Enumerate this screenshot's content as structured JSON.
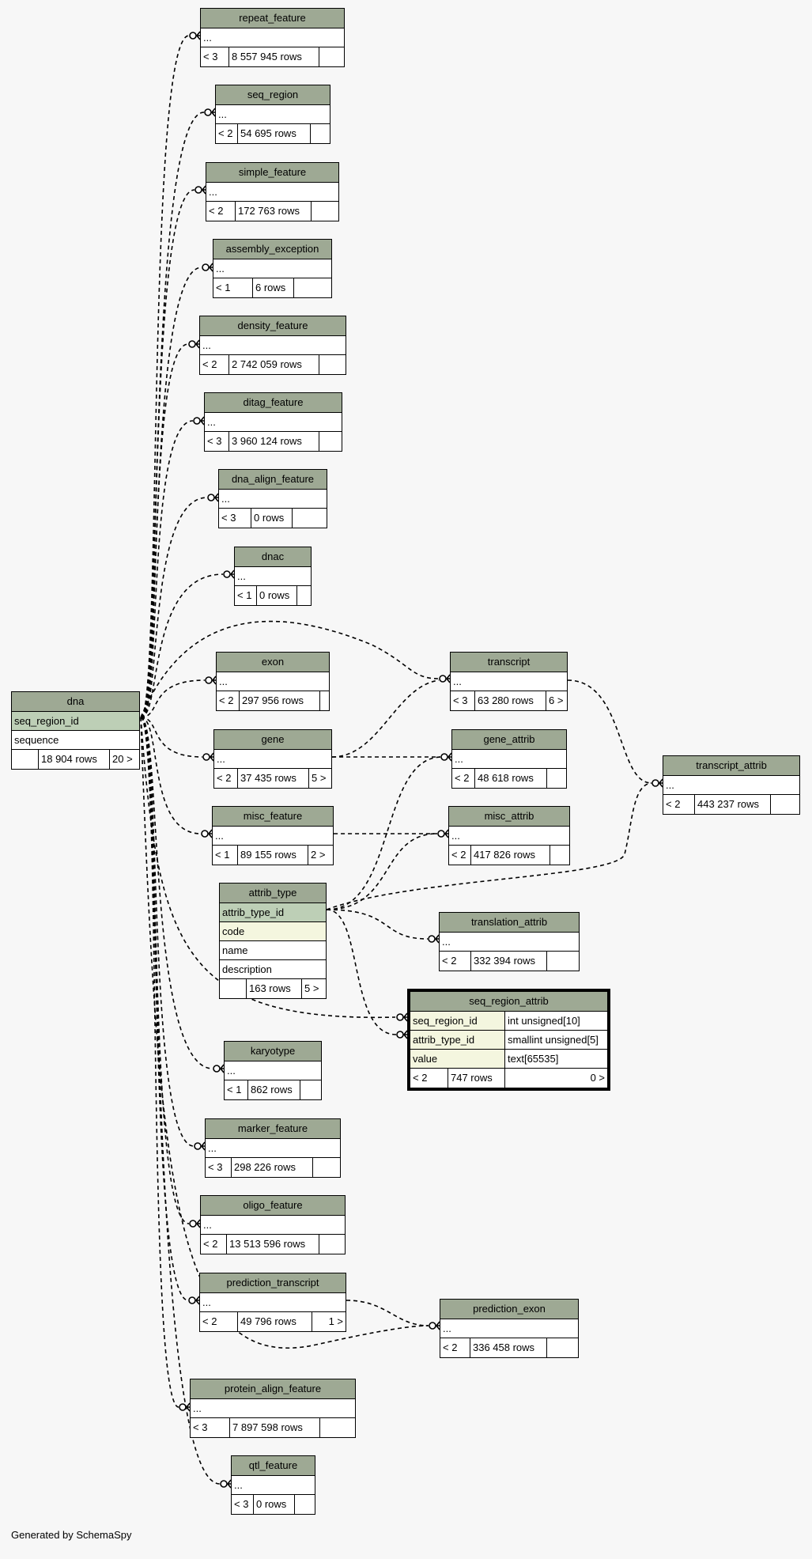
{
  "footer": {
    "generated_by": "Generated by SchemaSpy"
  },
  "tables": {
    "repeat_feature": {
      "name": "repeat_feature",
      "placeholder": "...",
      "parents": "< 3",
      "rows": "8 557 945 rows",
      "children": ""
    },
    "seq_region": {
      "name": "seq_region",
      "placeholder": "...",
      "parents": "< 2",
      "rows": "54 695 rows",
      "children": ""
    },
    "simple_feature": {
      "name": "simple_feature",
      "placeholder": "...",
      "parents": "< 2",
      "rows": "172 763 rows",
      "children": ""
    },
    "assembly_exception": {
      "name": "assembly_exception",
      "placeholder": "...",
      "parents": "< 1",
      "rows": "6 rows",
      "children": ""
    },
    "density_feature": {
      "name": "density_feature",
      "placeholder": "...",
      "parents": "< 2",
      "rows": "2 742 059 rows",
      "children": ""
    },
    "ditag_feature": {
      "name": "ditag_feature",
      "placeholder": "...",
      "parents": "< 3",
      "rows": "3 960 124 rows",
      "children": ""
    },
    "dna_align_feature": {
      "name": "dna_align_feature",
      "placeholder": "...",
      "parents": "< 3",
      "rows": "0 rows",
      "children": ""
    },
    "dnac": {
      "name": "dnac",
      "placeholder": "...",
      "parents": "< 1",
      "rows": "0 rows",
      "children": ""
    },
    "exon": {
      "name": "exon",
      "placeholder": "...",
      "parents": "< 2",
      "rows": "297 956 rows",
      "children": ""
    },
    "gene": {
      "name": "gene",
      "placeholder": "...",
      "parents": "< 2",
      "rows": "37 435 rows",
      "children": "5 >"
    },
    "misc_feature": {
      "name": "misc_feature",
      "placeholder": "...",
      "parents": "< 1",
      "rows": "89 155 rows",
      "children": "2 >"
    },
    "karyotype": {
      "name": "karyotype",
      "placeholder": "...",
      "parents": "< 1",
      "rows": "862 rows",
      "children": ""
    },
    "marker_feature": {
      "name": "marker_feature",
      "placeholder": "...",
      "parents": "< 3",
      "rows": "298 226 rows",
      "children": ""
    },
    "oligo_feature": {
      "name": "oligo_feature",
      "placeholder": "...",
      "parents": "< 2",
      "rows": "13 513 596 rows",
      "children": ""
    },
    "prediction_transcript": {
      "name": "prediction_transcript",
      "placeholder": "...",
      "parents": "< 2",
      "rows": "49 796 rows",
      "children": "1 >"
    },
    "protein_align_feature": {
      "name": "protein_align_feature",
      "placeholder": "...",
      "parents": "< 3",
      "rows": "7 897 598 rows",
      "children": ""
    },
    "qtl_feature": {
      "name": "qtl_feature",
      "placeholder": "...",
      "parents": "< 3",
      "rows": "0 rows",
      "children": ""
    },
    "transcript": {
      "name": "transcript",
      "placeholder": "...",
      "parents": "< 3",
      "rows": "63 280 rows",
      "children": "6 >"
    },
    "gene_attrib": {
      "name": "gene_attrib",
      "placeholder": "...",
      "parents": "< 2",
      "rows": "48 618 rows",
      "children": ""
    },
    "misc_attrib": {
      "name": "misc_attrib",
      "placeholder": "...",
      "parents": "< 2",
      "rows": "417 826 rows",
      "children": ""
    },
    "translation_attrib": {
      "name": "translation_attrib",
      "placeholder": "...",
      "parents": "< 2",
      "rows": "332 394 rows",
      "children": ""
    },
    "transcript_attrib": {
      "name": "transcript_attrib",
      "placeholder": "...",
      "parents": "< 2",
      "rows": "443 237 rows",
      "children": ""
    },
    "prediction_exon": {
      "name": "prediction_exon",
      "placeholder": "...",
      "parents": "< 2",
      "rows": "336 458 rows",
      "children": ""
    },
    "dna": {
      "name": "dna",
      "columns": [
        "seq_region_id",
        "sequence"
      ],
      "parents": "",
      "rows": "18 904 rows",
      "children": "20 >"
    },
    "attrib_type": {
      "name": "attrib_type",
      "columns": [
        "attrib_type_id",
        "code",
        "name",
        "description"
      ],
      "parents": "",
      "rows": "163 rows",
      "children": "5 >"
    },
    "seq_region_attrib": {
      "name": "seq_region_attrib",
      "columns": [
        {
          "name": "seq_region_id",
          "type": "int unsigned[10]"
        },
        {
          "name": "attrib_type_id",
          "type": "smallint unsigned[5]"
        },
        {
          "name": "value",
          "type": "text[65535]"
        }
      ],
      "parents": "< 2",
      "rows": "747 rows",
      "children": "0 >"
    }
  }
}
